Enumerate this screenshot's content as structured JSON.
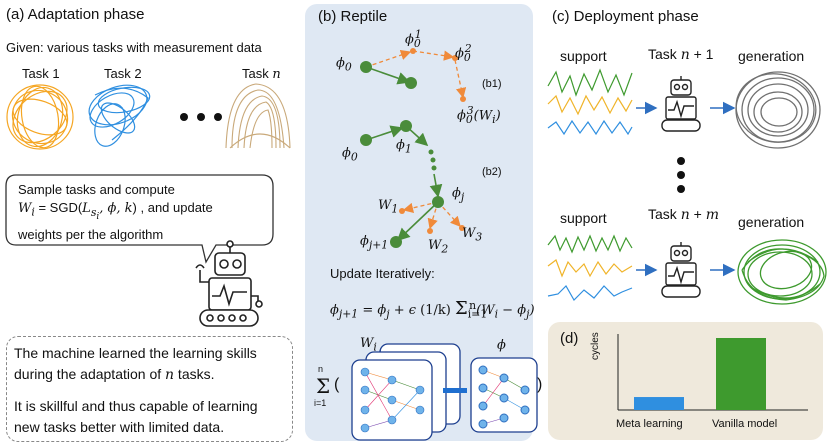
{
  "panels": {
    "a": {
      "title": "(a) Adaptation phase",
      "given": "Given: various tasks with measurement data",
      "tasks": [
        "Task 1",
        "Task 2",
        "Task n"
      ],
      "ellipsis": "• • •",
      "bubble_lines": [
        "Sample tasks and compute",
        "W_i = SGD(L_si, ϕ, k) , and update",
        "weights per the algorithm"
      ],
      "summary": [
        "The machine learned the learning skills",
        "during the adaptation of n tasks.",
        "It is skillful and thus capable of learning",
        "new tasks better with limited data."
      ],
      "colors": {
        "task1": "#f5a623",
        "task2": "#2f8fe0",
        "taskn": "#c9a97a"
      }
    },
    "b": {
      "title": "(b) Reptile",
      "labels_b1": [
        "ϕ0",
        "ϕ0¹",
        "ϕ0²",
        "ϕ0³(Wi)",
        "(b1)"
      ],
      "labels_b2": [
        "ϕ0",
        "ϕ1",
        "ϕj",
        "W1",
        "W2",
        "W3",
        "ϕj+1",
        "(b2)"
      ],
      "update_title": "Update Iteratively:",
      "update_formula": "ϕj+1 = ϕj + ϵ (1/k) Σ (Wi − ϕj)",
      "net_labels": [
        "Wi",
        "ϕ"
      ],
      "sum_label": "Σ",
      "sum_index": "i=1",
      "sum_top": "n",
      "colors": {
        "node": "#4a8c3a",
        "dashed": "#f08a3a",
        "bg": "#dfe8f3"
      }
    },
    "c": {
      "title": "(c) Deployment phase",
      "row1": {
        "support": "support",
        "task": "Task n + 1",
        "generation": "generation"
      },
      "row2": {
        "support": "support",
        "task": "Task n + m",
        "generation": "generation"
      },
      "colors": {
        "green": "#3e9a2e",
        "yellow": "#f0b429",
        "blue": "#2f8fe0",
        "gray": "#707070"
      }
    },
    "d": {
      "title": "(d)",
      "chart_data": {
        "type": "bar",
        "categories": [
          "Meta learning",
          "Vanilla model"
        ],
        "values": [
          0.18,
          1.0
        ],
        "ylabel": "cycles",
        "xlabel": "",
        "colors": [
          "#2f8fe0",
          "#3e9a2e"
        ]
      }
    }
  }
}
